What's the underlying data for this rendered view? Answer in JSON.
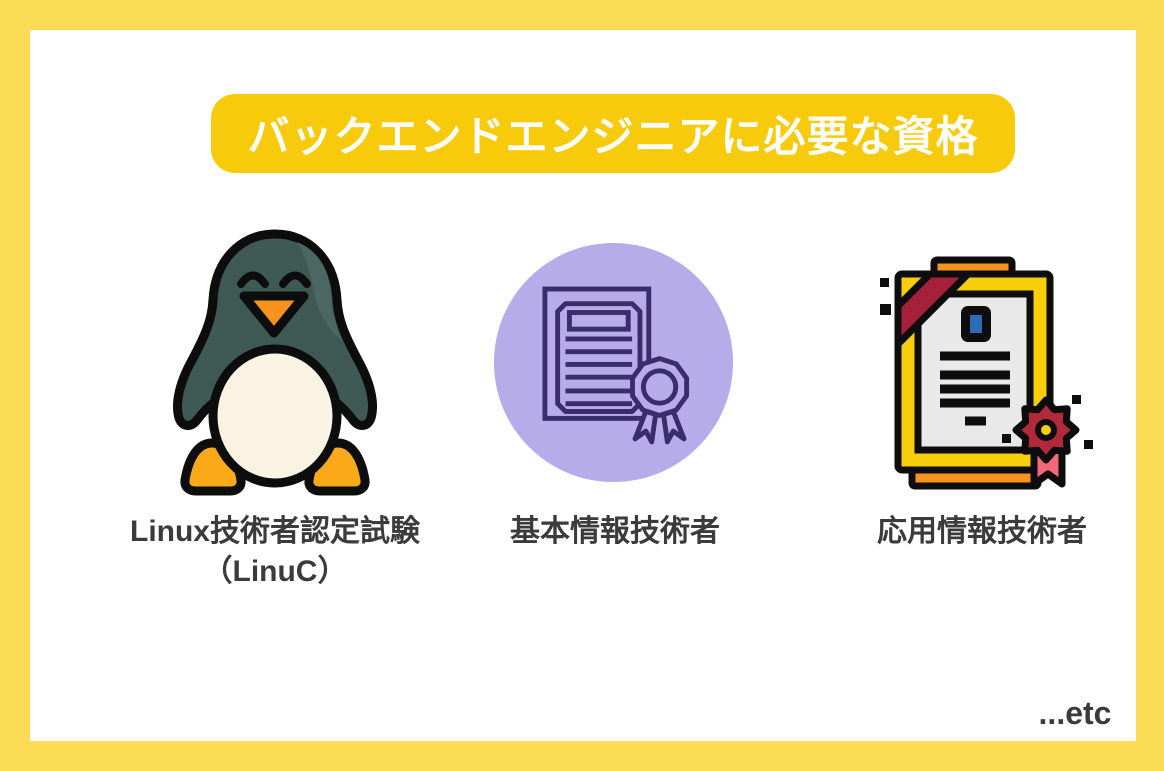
{
  "banner": {
    "title": "バックエンドエンジニアに必要な資格"
  },
  "items": [
    {
      "icon": "tux-penguin-icon",
      "label_line1": "Linux技術者認定試験",
      "label_line2": "（LinuC）"
    },
    {
      "icon": "certificate-outline-icon",
      "label_line1": "基本情報技術者",
      "label_line2": ""
    },
    {
      "icon": "gold-diploma-icon",
      "label_line1": "応用情報技術者",
      "label_line2": ""
    }
  ],
  "footer": {
    "etc_label": "...etc"
  },
  "colors": {
    "outer_border_yellow": "#FDDC55",
    "card_background": "#FFFFFF",
    "banner_yellow": "#F7CB0B",
    "banner_text": "#FFFFFF",
    "label_text": "#3B3B3B",
    "penguin_body": "#3F5955",
    "penguin_belly": "#FAF3E4",
    "penguin_orange": "#F6921E",
    "penguin_orange_light": "#FBA919",
    "outline_black": "#0D0D0D",
    "purple_circle": "#B7ACEA",
    "certificate_line_purple": "#3A2D6E",
    "diploma_gold": "#F8CE0B",
    "diploma_orange": "#F6921E",
    "diploma_paper": "#E9E9E9",
    "diploma_blue": "#2B6CB8",
    "diploma_ribbon_red": "#A5203A",
    "diploma_rosette_red": "#B3293C",
    "diploma_tail_pink": "#F4687B"
  }
}
